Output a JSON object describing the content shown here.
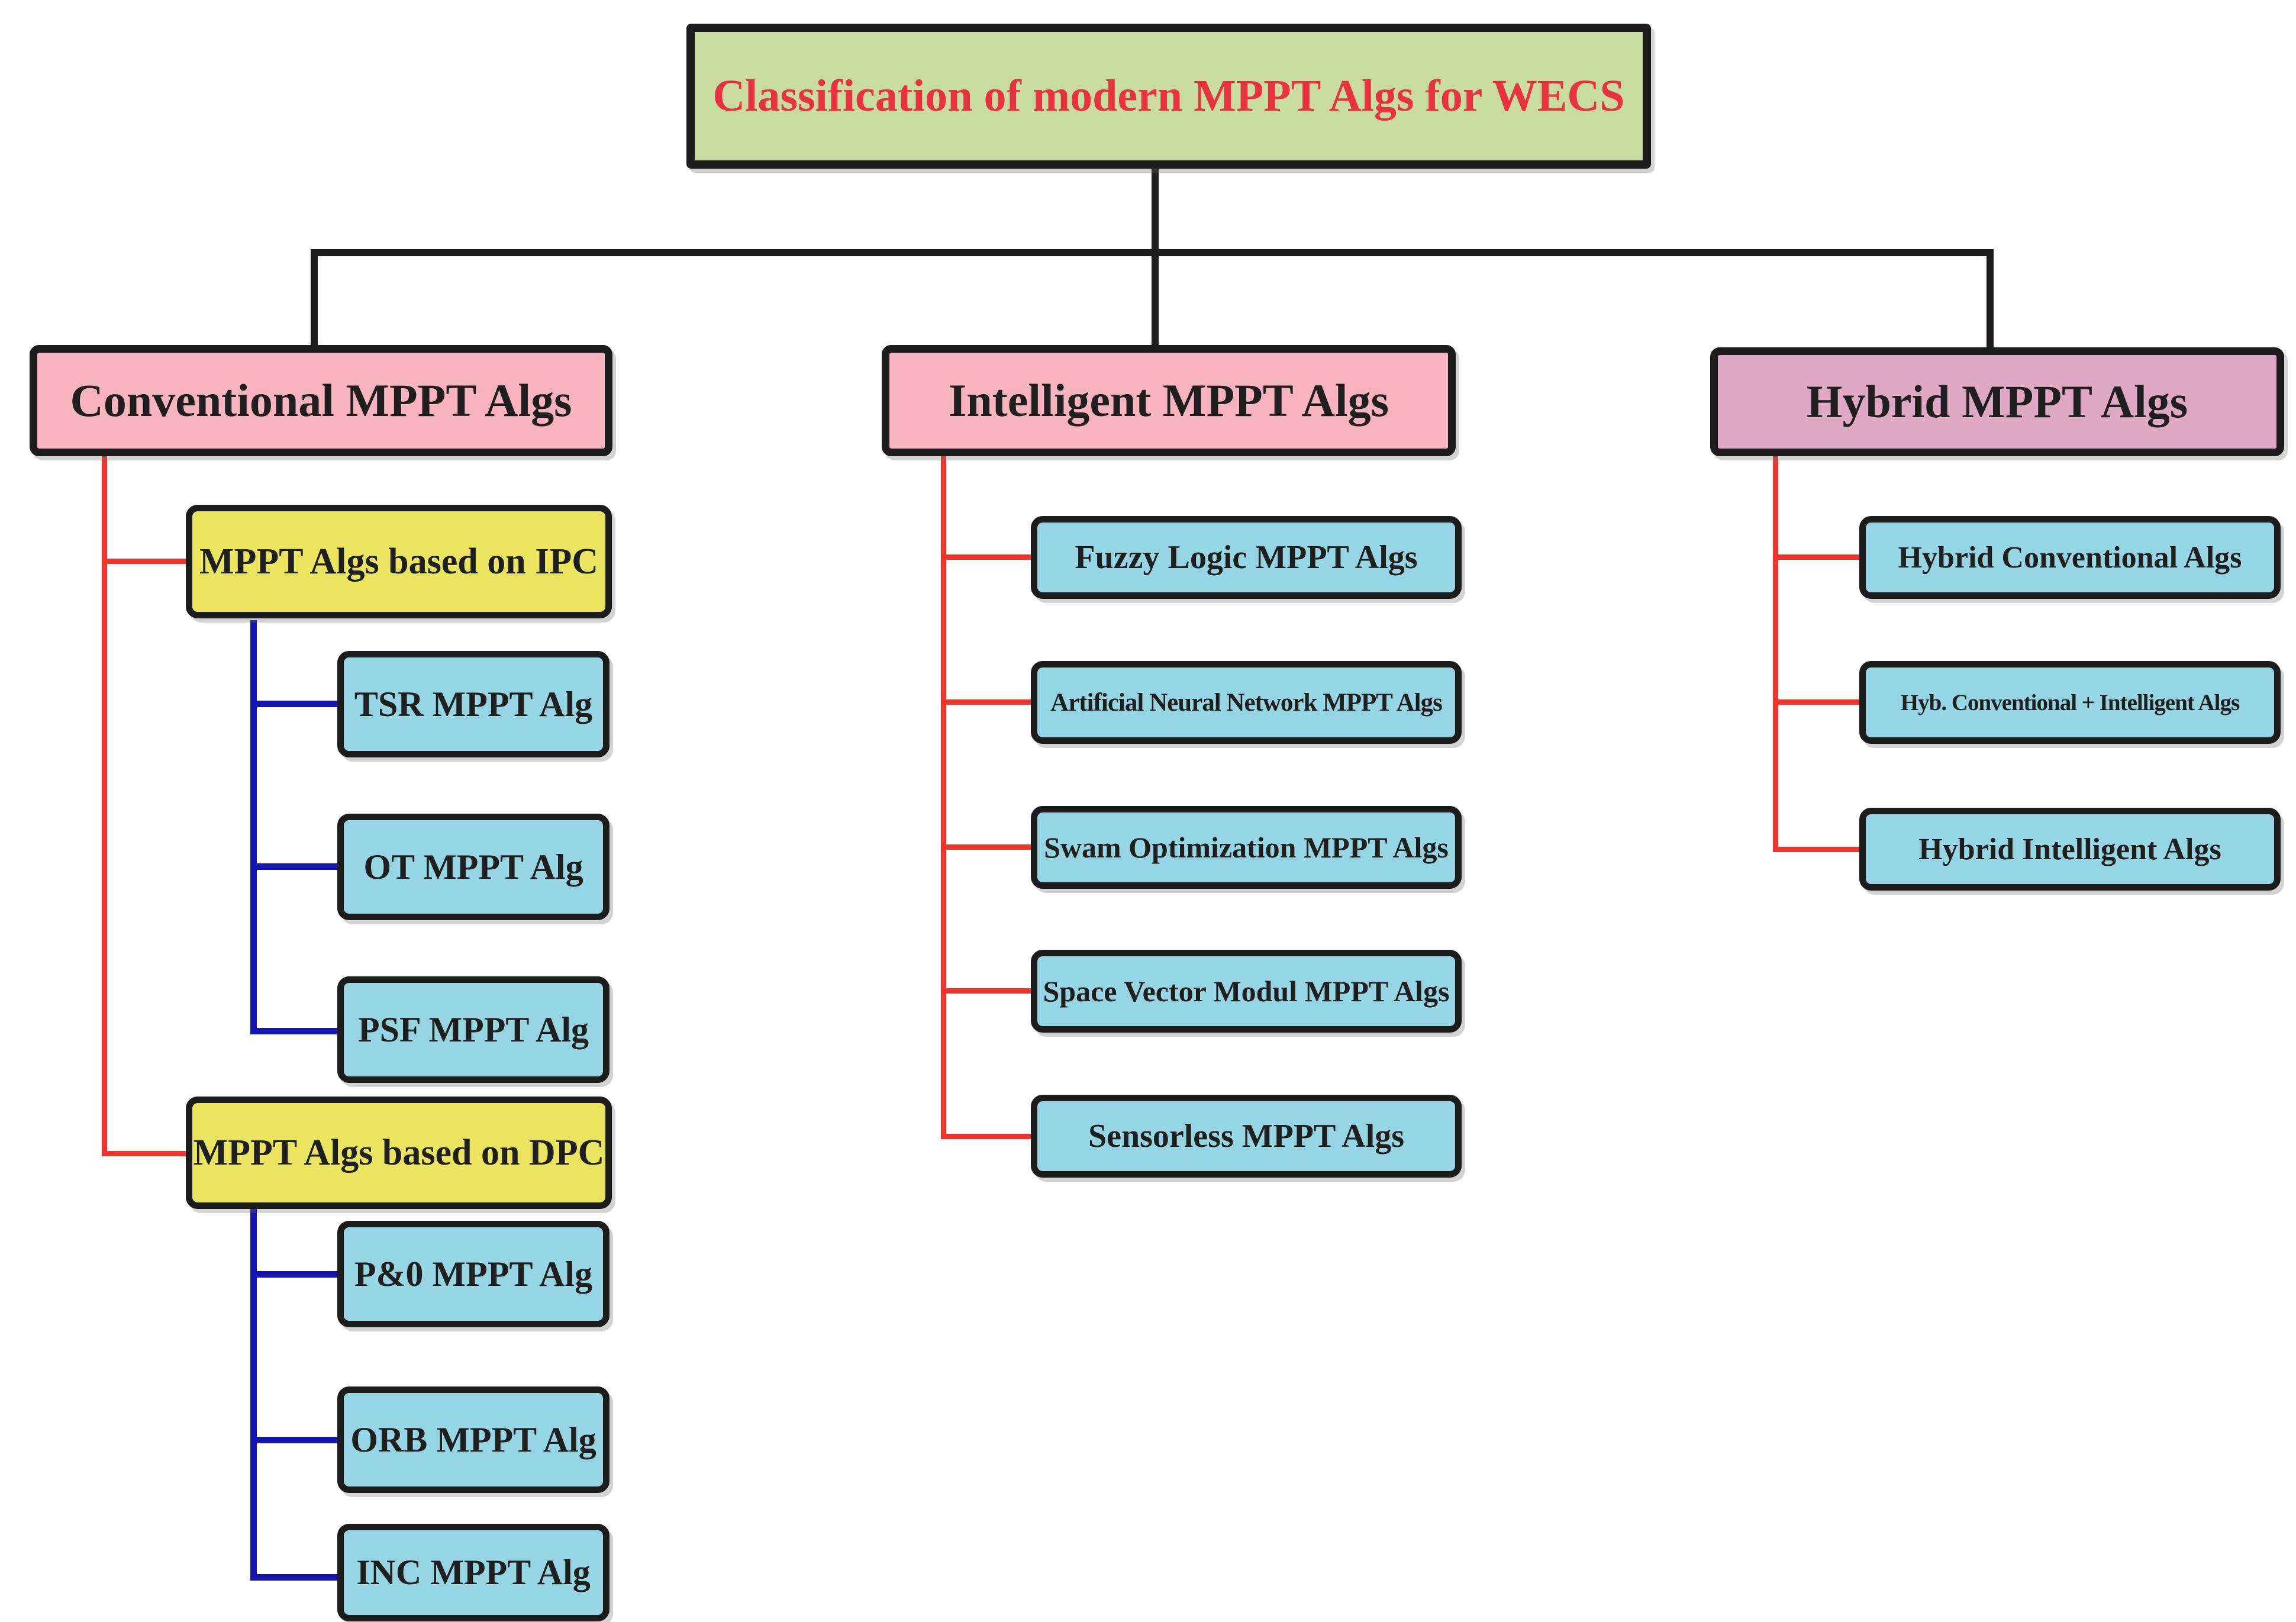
{
  "diagram": {
    "type": "classification-tree",
    "title": "Classification of  modern MPPT Algs for WECS"
  },
  "nodes": {
    "title": "Classification of  modern MPPT Algs for WECS",
    "conventional": "Conventional MPPT Algs",
    "ipc": "MPPT Algs based on IPC",
    "tsr": "TSR MPPT Alg",
    "ot": "OT MPPT Alg",
    "psf": "PSF MPPT Alg",
    "dpc": "MPPT Algs based on DPC",
    "po": "P&0 MPPT Alg",
    "orb": "ORB MPPT Alg",
    "inc": "INC MPPT Alg",
    "intelligent": "Intelligent MPPT Algs",
    "fuzzy": "Fuzzy Logic MPPT Algs",
    "ann": "Artificial Neural Network MPPT Algs",
    "swam": "Swam Optimization MPPT Algs",
    "svm": "Space Vector Modul MPPT Algs",
    "sensorless": "Sensorless MPPT Algs",
    "hybrid": "Hybrid MPPT Algs",
    "hyb_conv": "Hybrid Conventional Algs",
    "hyb_conv_int": "Hyb. Conventional + Intelligent Algs",
    "hyb_int": "Hybrid Intelligent Algs"
  },
  "hierarchy": {
    "root": "Classification of  modern MPPT Algs for WECS",
    "branches": [
      {
        "label": "Conventional MPPT Algs",
        "children": [
          {
            "label": "MPPT Algs based on IPC",
            "children": [
              "TSR MPPT Alg",
              "OT MPPT Alg",
              "PSF MPPT Alg"
            ]
          },
          {
            "label": "MPPT Algs based on DPC",
            "children": [
              "P&0 MPPT Alg",
              "ORB MPPT Alg",
              "INC MPPT Alg"
            ]
          }
        ]
      },
      {
        "label": "Intelligent MPPT Algs",
        "children": [
          "Fuzzy Logic MPPT Algs",
          "Artificial Neural Network MPPT Algs",
          "Swam Optimization MPPT Algs",
          "Space Vector Modul MPPT Algs",
          "Sensorless MPPT Algs"
        ]
      },
      {
        "label": "Hybrid MPPT Algs",
        "children": [
          "Hybrid Conventional Algs",
          "Hyb. Conventional + Intelligent Algs",
          "Hybrid Intelligent Algs"
        ]
      }
    ]
  },
  "colors": {
    "title_bg": "#c8dca0",
    "title_text": "#e8333f",
    "category_bg": "#f7b3bf",
    "hybrid_bg": "#dfa9c4",
    "yellow_bg": "#eae45e",
    "cyan_bg": "#96d5e3",
    "line_red": "#ee342b",
    "line_blue": "#1515b0",
    "line_black": "#1c1c1c"
  }
}
